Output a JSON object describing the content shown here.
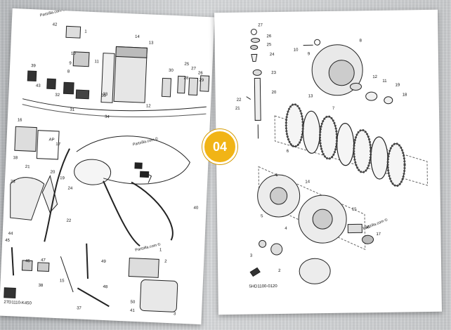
{
  "left_page": {
    "watermark_top": "Partzilla.com ©",
    "watermark_mid": "Partzilla.com ©",
    "watermark_low": "Partzilla.com ©",
    "part_code": "27D1110-K450",
    "ap_label": "AP",
    "callouts": [
      "42",
      "1",
      "10",
      "14",
      "13",
      "9",
      "11",
      "8",
      "39",
      "43",
      "32",
      "33",
      "31",
      "25",
      "30",
      "28",
      "26",
      "27",
      "29",
      "12",
      "35",
      "34",
      "16",
      "17",
      "18",
      "21",
      "20",
      "19",
      "23",
      "24",
      "22",
      "40",
      "44",
      "45",
      "46",
      "47",
      "15",
      "49",
      "48",
      "2",
      "1",
      "3",
      "38",
      "37",
      "41",
      "50"
    ]
  },
  "right_page": {
    "watermark": "Partzilla.com ©",
    "part_code": "5HD1100-0120",
    "callouts": [
      "27",
      "26",
      "25",
      "24",
      "23",
      "20",
      "22",
      "21",
      "10",
      "9",
      "8",
      "12",
      "11",
      "19",
      "18",
      "13",
      "7",
      "6",
      "1",
      "5",
      "14",
      "4",
      "15",
      "16",
      "17",
      "3",
      "2"
    ]
  },
  "page_badge": "04"
}
